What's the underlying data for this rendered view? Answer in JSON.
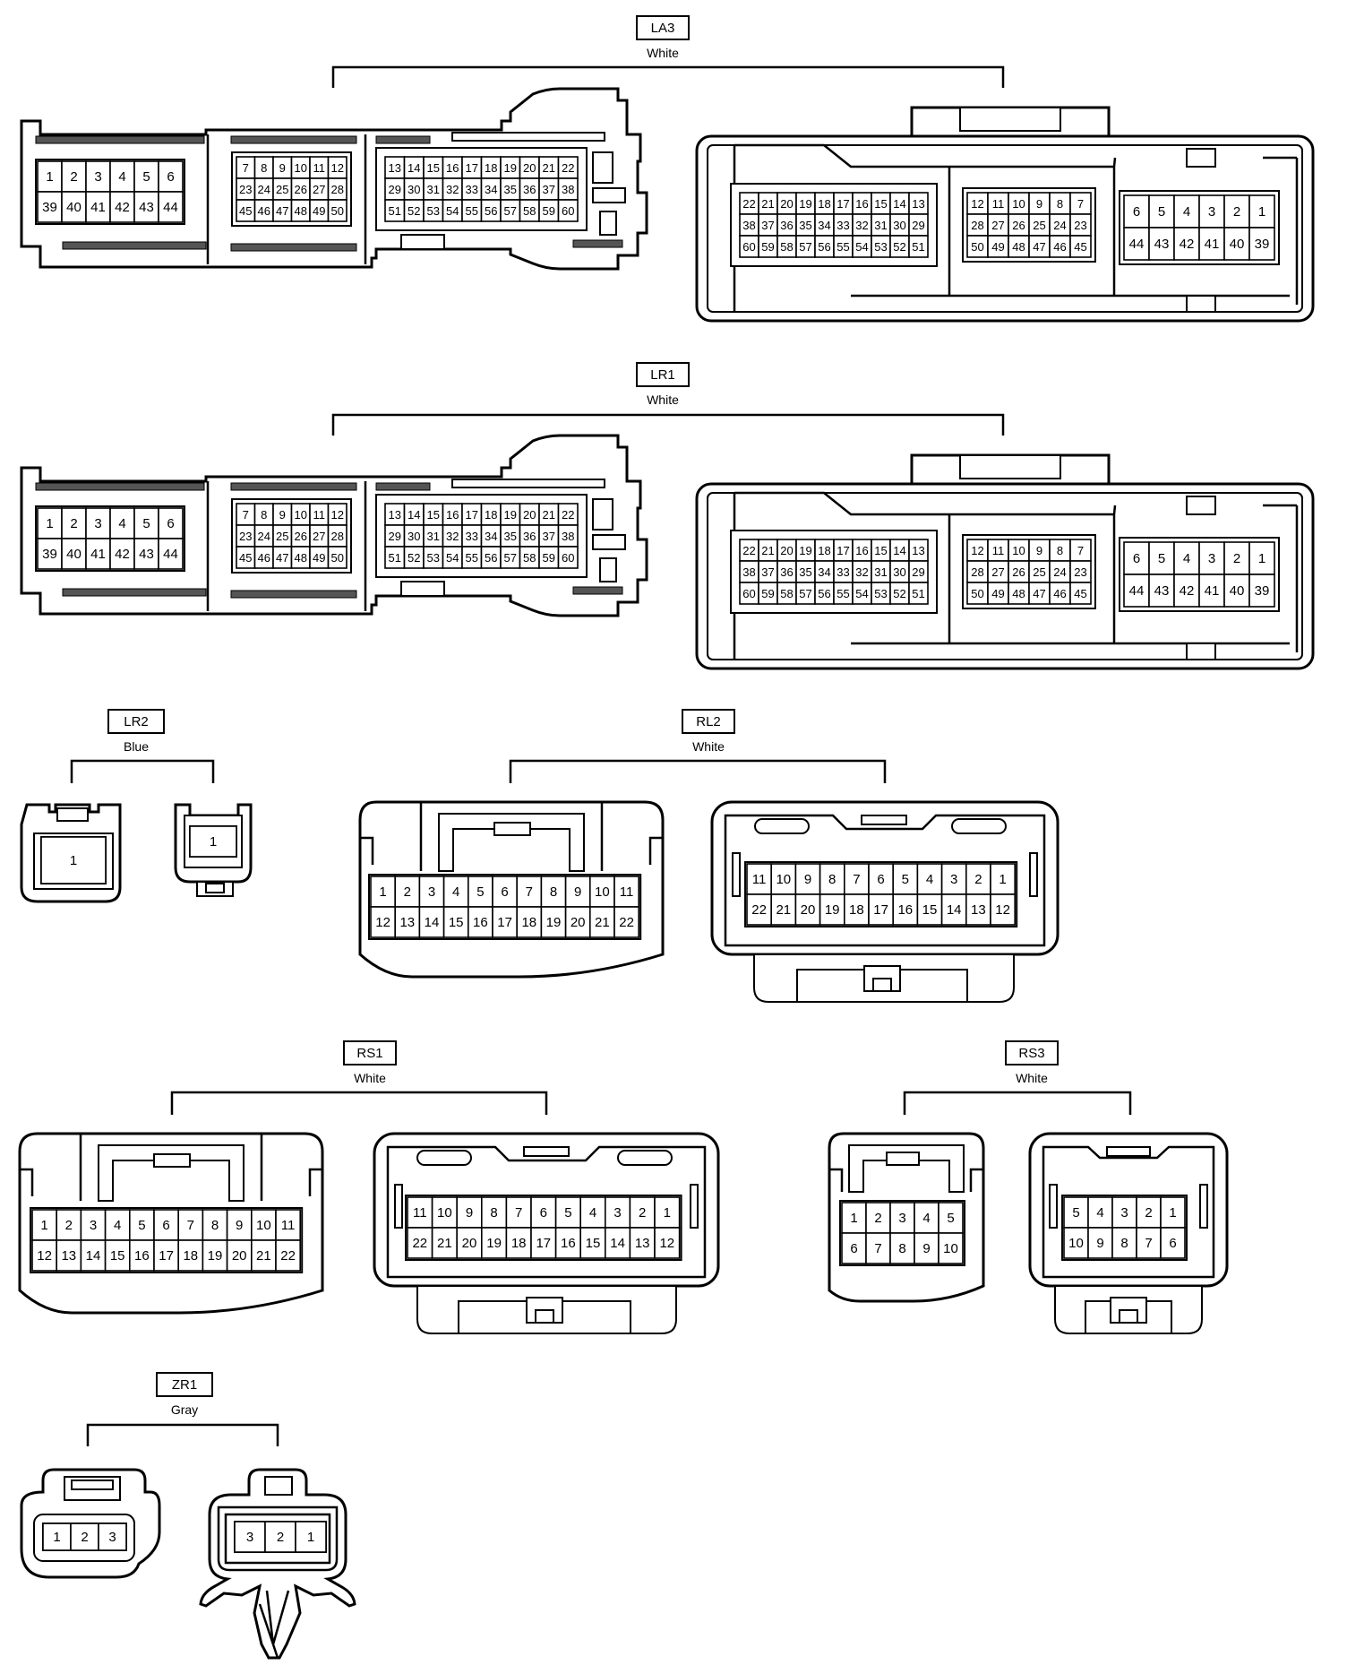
{
  "connectors": [
    {
      "id": "LA3",
      "color": "White",
      "views": [
        {
          "blocks": [
            {
              "rows": [
                [
                  "1",
                  "2",
                  "3",
                  "4",
                  "5",
                  "6"
                ],
                [
                  "39",
                  "40",
                  "41",
                  "42",
                  "43",
                  "44"
                ]
              ]
            },
            {
              "rows": [
                [
                  "7",
                  "8",
                  "9",
                  "10",
                  "11",
                  "12"
                ],
                [
                  "23",
                  "24",
                  "25",
                  "26",
                  "27",
                  "28"
                ],
                [
                  "45",
                  "46",
                  "47",
                  "48",
                  "49",
                  "50"
                ]
              ]
            },
            {
              "rows": [
                [
                  "13",
                  "14",
                  "15",
                  "16",
                  "17",
                  "18",
                  "19",
                  "20",
                  "21",
                  "22"
                ],
                [
                  "29",
                  "30",
                  "31",
                  "32",
                  "33",
                  "34",
                  "35",
                  "36",
                  "37",
                  "38"
                ],
                [
                  "51",
                  "52",
                  "53",
                  "54",
                  "55",
                  "56",
                  "57",
                  "58",
                  "59",
                  "60"
                ]
              ]
            }
          ]
        },
        {
          "blocks": [
            {
              "rows": [
                [
                  "22",
                  "21",
                  "20",
                  "19",
                  "18",
                  "17",
                  "16",
                  "15",
                  "14",
                  "13"
                ],
                [
                  "38",
                  "37",
                  "36",
                  "35",
                  "34",
                  "33",
                  "32",
                  "31",
                  "30",
                  "29"
                ],
                [
                  "60",
                  "59",
                  "58",
                  "57",
                  "56",
                  "55",
                  "54",
                  "53",
                  "52",
                  "51"
                ]
              ]
            },
            {
              "rows": [
                [
                  "12",
                  "11",
                  "10",
                  "9",
                  "8",
                  "7"
                ],
                [
                  "28",
                  "27",
                  "26",
                  "25",
                  "24",
                  "23"
                ],
                [
                  "50",
                  "49",
                  "48",
                  "47",
                  "46",
                  "45"
                ]
              ]
            },
            {
              "rows": [
                [
                  "6",
                  "5",
                  "4",
                  "3",
                  "2",
                  "1"
                ],
                [
                  "44",
                  "43",
                  "42",
                  "41",
                  "40",
                  "39"
                ]
              ]
            }
          ]
        }
      ]
    },
    {
      "id": "LR1",
      "color": "White",
      "views": [
        {
          "blocks": [
            {
              "rows": [
                [
                  "1",
                  "2",
                  "3",
                  "4",
                  "5",
                  "6"
                ],
                [
                  "39",
                  "40",
                  "41",
                  "42",
                  "43",
                  "44"
                ]
              ]
            },
            {
              "rows": [
                [
                  "7",
                  "8",
                  "9",
                  "10",
                  "11",
                  "12"
                ],
                [
                  "23",
                  "24",
                  "25",
                  "26",
                  "27",
                  "28"
                ],
                [
                  "45",
                  "46",
                  "47",
                  "48",
                  "49",
                  "50"
                ]
              ]
            },
            {
              "rows": [
                [
                  "13",
                  "14",
                  "15",
                  "16",
                  "17",
                  "18",
                  "19",
                  "20",
                  "21",
                  "22"
                ],
                [
                  "29",
                  "30",
                  "31",
                  "32",
                  "33",
                  "34",
                  "35",
                  "36",
                  "37",
                  "38"
                ],
                [
                  "51",
                  "52",
                  "53",
                  "54",
                  "55",
                  "56",
                  "57",
                  "58",
                  "59",
                  "60"
                ]
              ]
            }
          ]
        },
        {
          "blocks": [
            {
              "rows": [
                [
                  "22",
                  "21",
                  "20",
                  "19",
                  "18",
                  "17",
                  "16",
                  "15",
                  "14",
                  "13"
                ],
                [
                  "38",
                  "37",
                  "36",
                  "35",
                  "34",
                  "33",
                  "32",
                  "31",
                  "30",
                  "29"
                ],
                [
                  "60",
                  "59",
                  "58",
                  "57",
                  "56",
                  "55",
                  "54",
                  "53",
                  "52",
                  "51"
                ]
              ]
            },
            {
              "rows": [
                [
                  "12",
                  "11",
                  "10",
                  "9",
                  "8",
                  "7"
                ],
                [
                  "28",
                  "27",
                  "26",
                  "25",
                  "24",
                  "23"
                ],
                [
                  "50",
                  "49",
                  "48",
                  "47",
                  "46",
                  "45"
                ]
              ]
            },
            {
              "rows": [
                [
                  "6",
                  "5",
                  "4",
                  "3",
                  "2",
                  "1"
                ],
                [
                  "44",
                  "43",
                  "42",
                  "41",
                  "40",
                  "39"
                ]
              ]
            }
          ]
        }
      ]
    },
    {
      "id": "LR2",
      "color": "Blue",
      "views": [
        {
          "blocks": [
            {
              "rows": [
                [
                  "1"
                ]
              ]
            }
          ]
        },
        {
          "blocks": [
            {
              "rows": [
                [
                  "1"
                ]
              ]
            }
          ]
        }
      ]
    },
    {
      "id": "RL2",
      "color": "White",
      "views": [
        {
          "blocks": [
            {
              "rows": [
                [
                  "1",
                  "2",
                  "3",
                  "4",
                  "5",
                  "6",
                  "7",
                  "8",
                  "9",
                  "10",
                  "11"
                ],
                [
                  "12",
                  "13",
                  "14",
                  "15",
                  "16",
                  "17",
                  "18",
                  "19",
                  "20",
                  "21",
                  "22"
                ]
              ]
            }
          ]
        },
        {
          "blocks": [
            {
              "rows": [
                [
                  "11",
                  "10",
                  "9",
                  "8",
                  "7",
                  "6",
                  "5",
                  "4",
                  "3",
                  "2",
                  "1"
                ],
                [
                  "22",
                  "21",
                  "20",
                  "19",
                  "18",
                  "17",
                  "16",
                  "15",
                  "14",
                  "13",
                  "12"
                ]
              ]
            }
          ]
        }
      ]
    },
    {
      "id": "RS1",
      "color": "White",
      "views": [
        {
          "blocks": [
            {
              "rows": [
                [
                  "1",
                  "2",
                  "3",
                  "4",
                  "5",
                  "6",
                  "7",
                  "8",
                  "9",
                  "10",
                  "11"
                ],
                [
                  "12",
                  "13",
                  "14",
                  "15",
                  "16",
                  "17",
                  "18",
                  "19",
                  "20",
                  "21",
                  "22"
                ]
              ]
            }
          ]
        },
        {
          "blocks": [
            {
              "rows": [
                [
                  "11",
                  "10",
                  "9",
                  "8",
                  "7",
                  "6",
                  "5",
                  "4",
                  "3",
                  "2",
                  "1"
                ],
                [
                  "22",
                  "21",
                  "20",
                  "19",
                  "18",
                  "17",
                  "16",
                  "15",
                  "14",
                  "13",
                  "12"
                ]
              ]
            }
          ]
        }
      ]
    },
    {
      "id": "RS3",
      "color": "White",
      "views": [
        {
          "blocks": [
            {
              "rows": [
                [
                  "1",
                  "2",
                  "3",
                  "4",
                  "5"
                ],
                [
                  "6",
                  "7",
                  "8",
                  "9",
                  "10"
                ]
              ]
            }
          ]
        },
        {
          "blocks": [
            {
              "rows": [
                [
                  "5",
                  "4",
                  "3",
                  "2",
                  "1"
                ],
                [
                  "10",
                  "9",
                  "8",
                  "7",
                  "6"
                ]
              ]
            }
          ]
        }
      ]
    },
    {
      "id": "ZR1",
      "color": "Gray",
      "views": [
        {
          "blocks": [
            {
              "rows": [
                [
                  "1",
                  "2",
                  "3"
                ]
              ]
            }
          ]
        },
        {
          "blocks": [
            {
              "rows": [
                [
                  "3",
                  "2",
                  "1"
                ]
              ]
            }
          ]
        }
      ]
    }
  ]
}
